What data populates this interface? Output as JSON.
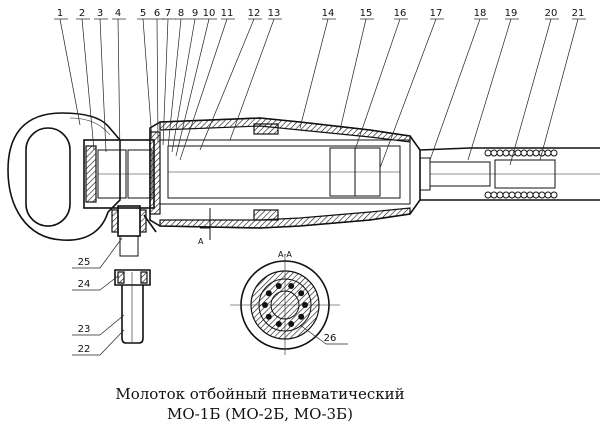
{
  "callouts": [
    "1",
    "2",
    "3",
    "4",
    "5",
    "6",
    "7",
    "8",
    "9",
    "10",
    "11",
    "12",
    "13",
    "14",
    "15",
    "16",
    "17",
    "18",
    "19",
    "20",
    "21",
    "22",
    "23",
    "24",
    "25",
    "26"
  ],
  "section_marker": "А",
  "section_title": "А-А",
  "caption": {
    "line1": "Молоток  отбойный пневматический",
    "line2": "МО-1Б (МО-2Б, МО-3Б)"
  }
}
